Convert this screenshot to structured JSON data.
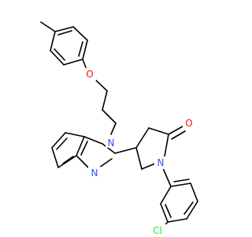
{
  "molecule": {
    "atoms": {
      "oxygen_ether": {
        "symbol": "O",
        "color": "#ff0d0d"
      },
      "oxygen_carbonyl": {
        "symbol": "O",
        "color": "#ff0d0d"
      },
      "nitrogen_imidazole_1": {
        "symbol": "N",
        "color": "#3050f8"
      },
      "nitrogen_imidazole_3": {
        "symbol": "N",
        "color": "#3050f8"
      },
      "nitrogen_lactam": {
        "symbol": "N",
        "color": "#3050f8"
      },
      "chlorine": {
        "symbol": "Cl",
        "color": "#1ff01f"
      }
    },
    "bond_color": "#000000"
  }
}
